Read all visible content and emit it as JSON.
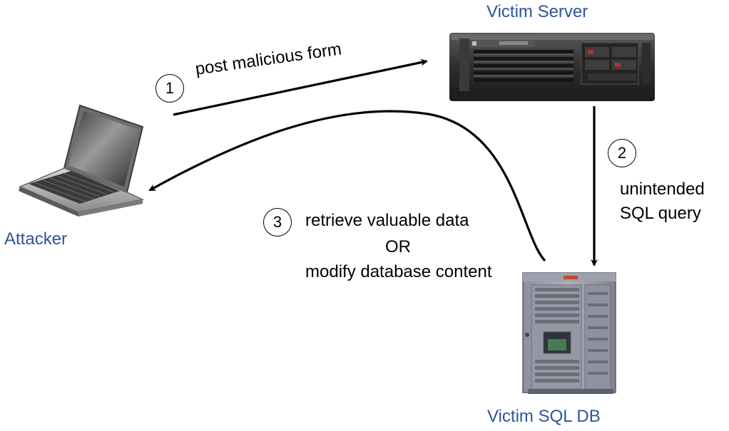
{
  "nodes": {
    "server": {
      "label": "Victim Server"
    },
    "attacker": {
      "label": "Attacker"
    },
    "database": {
      "label": "Victim SQL DB"
    }
  },
  "steps": [
    {
      "number": "1",
      "text": "post malicious form"
    },
    {
      "number": "2",
      "line1": "unintended",
      "line2": "SQL query"
    },
    {
      "number": "3",
      "line1": "retrieve valuable data",
      "line2": "OR",
      "line3": "modify database content"
    }
  ]
}
